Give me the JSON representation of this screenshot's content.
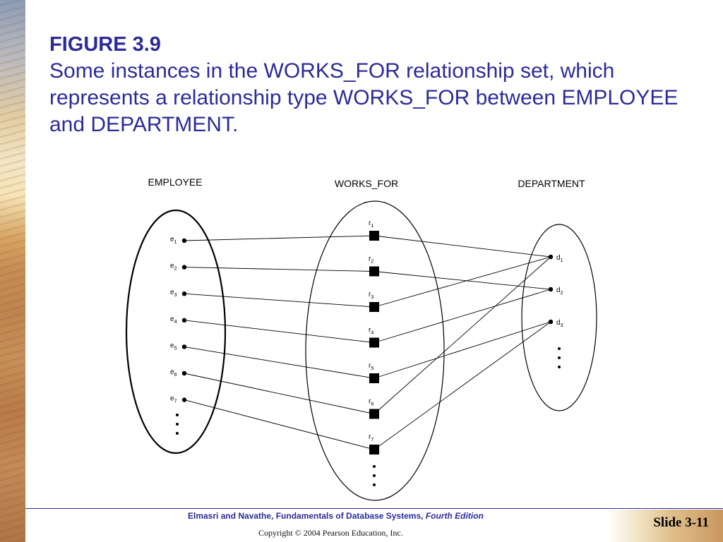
{
  "slide": {
    "figure_label": "FIGURE 3.9",
    "caption": "Some instances in the WORKS_FOR relationship set, which represents a relationship type WORKS_FOR between EMPLOYEE and DEPARTMENT.",
    "footer_authors": "Elmasri and Navathe, Fundamentals of Database Systems,",
    "footer_edition": "Fourth Edition",
    "copyright": "Copyright © 2004 Pearson Education, Inc.",
    "slide_number": "Slide 3-11"
  },
  "diagram": {
    "sets": [
      {
        "id": "employee",
        "label": "EMPLOYEE"
      },
      {
        "id": "works_for",
        "label": "WORKS_FOR"
      },
      {
        "id": "department",
        "label": "DEPARTMENT"
      }
    ],
    "employees": [
      {
        "id": "e1",
        "base": "e",
        "sub": "1"
      },
      {
        "id": "e2",
        "base": "e",
        "sub": "2"
      },
      {
        "id": "e3",
        "base": "e",
        "sub": "3"
      },
      {
        "id": "e4",
        "base": "e",
        "sub": "4"
      },
      {
        "id": "e5",
        "base": "e",
        "sub": "5"
      },
      {
        "id": "e6",
        "base": "e",
        "sub": "6"
      },
      {
        "id": "e7",
        "base": "e",
        "sub": "7"
      }
    ],
    "relationships": [
      {
        "id": "r1",
        "base": "r",
        "sub": "1"
      },
      {
        "id": "r2",
        "base": "r",
        "sub": "2"
      },
      {
        "id": "r3",
        "base": "r",
        "sub": "3"
      },
      {
        "id": "r4",
        "base": "r",
        "sub": "4"
      },
      {
        "id": "r5",
        "base": "r",
        "sub": "5"
      },
      {
        "id": "r6",
        "base": "r",
        "sub": "6"
      },
      {
        "id": "r7",
        "base": "r",
        "sub": "7"
      }
    ],
    "departments": [
      {
        "id": "d1",
        "base": "d",
        "sub": "1"
      },
      {
        "id": "d2",
        "base": "d",
        "sub": "2"
      },
      {
        "id": "d3",
        "base": "d",
        "sub": "3"
      }
    ],
    "links": [
      {
        "employee": "e1",
        "relationship": "r1",
        "department": "d1"
      },
      {
        "employee": "e2",
        "relationship": "r2",
        "department": "d2"
      },
      {
        "employee": "e3",
        "relationship": "r3",
        "department": "d1"
      },
      {
        "employee": "e4",
        "relationship": "r4",
        "department": "d2"
      },
      {
        "employee": "e5",
        "relationship": "r5",
        "department": "d3"
      },
      {
        "employee": "e6",
        "relationship": "r6",
        "department": "d1"
      },
      {
        "employee": "e7",
        "relationship": "r7",
        "department": "d3"
      }
    ]
  }
}
